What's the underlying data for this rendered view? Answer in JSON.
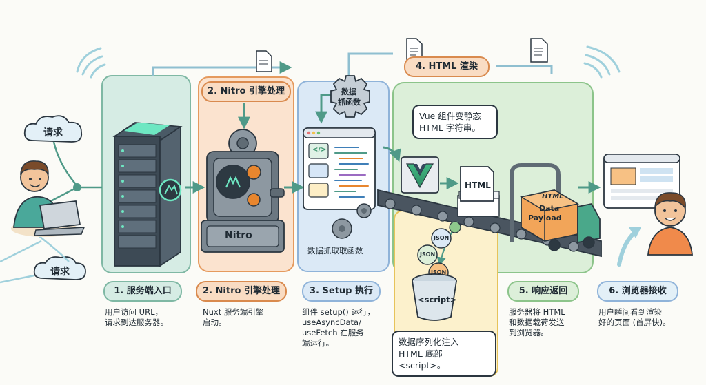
{
  "diagram": {
    "steps": [
      {
        "num_title": "1. 服务端入口",
        "desc_lines": [
          "用户访问 URL，",
          "请求到达服务器。"
        ]
      },
      {
        "num_title": "2. Nitro 引擎处理",
        "desc_lines": [
          "Nuxt 服务端引擎",
          "启动。"
        ]
      },
      {
        "num_title": "3. Setup 执行",
        "desc_lines": [
          "组件 setup() 运行，",
          "useAsyncData/",
          "useFetch 在服务",
          "端运行。"
        ]
      },
      {
        "num_title": "5. 响应返回",
        "desc_lines": [
          "服务器将 HTML",
          "和数据载荷发送",
          "到浏览器。"
        ]
      },
      {
        "num_title": "6. 浏览器接收",
        "desc_lines": [
          "用户瞬间看到渲染",
          "好的页面 (首屏快)。"
        ]
      }
    ],
    "top_labels": {
      "nitro_pill": "2. Nitro 引擎处理",
      "html_render_pill": "4. HTML 渲染"
    },
    "cloud_labels": [
      "请求",
      "请求"
    ],
    "server_logo": "N",
    "nitro_machine_label": "Nitro",
    "gear_fetch_label_lines": [
      "数据",
      "抓函数"
    ],
    "fetch_func_label": "数据抓取取函数",
    "vue_bubble_lines": [
      "Vue 组件变静态",
      "HTML 字符串。"
    ],
    "html_doc_label": "HTML",
    "truck_box_lines": [
      "HTML",
      "Data",
      "Payload"
    ],
    "json_tags": [
      "JSON",
      "JSON",
      "JSON"
    ],
    "script_bucket_label": "<script>",
    "serialize_bubble_lines": [
      "数据序列化注入",
      "HTML 底部 <script>。"
    ],
    "code_icon": "</>",
    "colors": {
      "teal_panel": "#d6ece4",
      "teal_border": "#7fb8a4",
      "orange_panel": "#fbe3cf",
      "orange_border": "#e59a5e",
      "blue_panel": "#dbe9f6",
      "blue_border": "#8fb3d9",
      "yellow_panel": "#fcf1cc",
      "yellow_border": "#e6c35a",
      "green_panel": "#dcefd9",
      "green_border": "#8cc48a",
      "arrow": "#4f9a88",
      "vue_green": "#42b883"
    }
  }
}
